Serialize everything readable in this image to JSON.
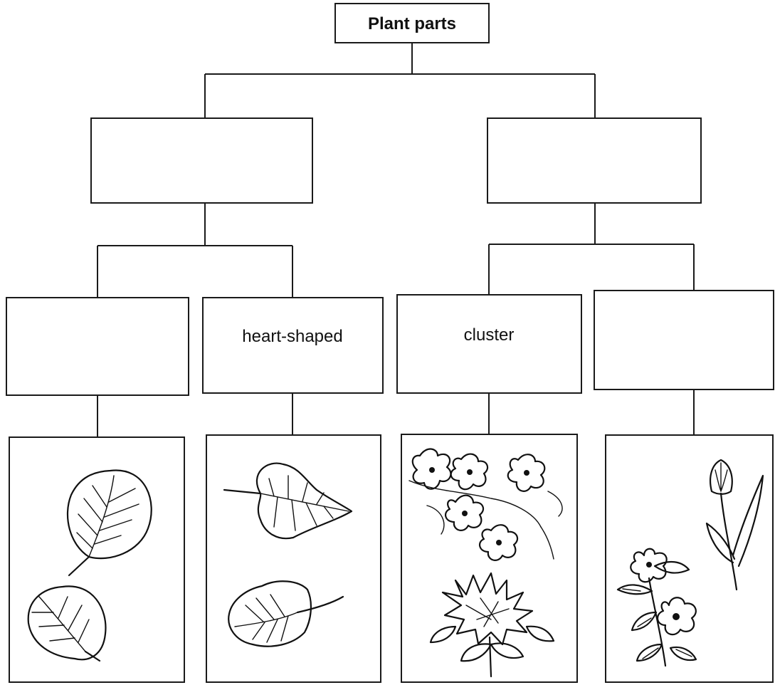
{
  "root": {
    "label": "Plant parts"
  },
  "level1": [
    {
      "label": ""
    },
    {
      "label": ""
    }
  ],
  "level2": [
    {
      "label": ""
    },
    {
      "label": "heart-shaped"
    },
    {
      "label": "cluster"
    },
    {
      "label": ""
    }
  ],
  "pictures": [
    {
      "icon": "round-leaves-icon"
    },
    {
      "icon": "heart-shaped-leaves-icon"
    },
    {
      "icon": "flower-cluster-icon"
    },
    {
      "icon": "single-flowers-icon"
    }
  ]
}
